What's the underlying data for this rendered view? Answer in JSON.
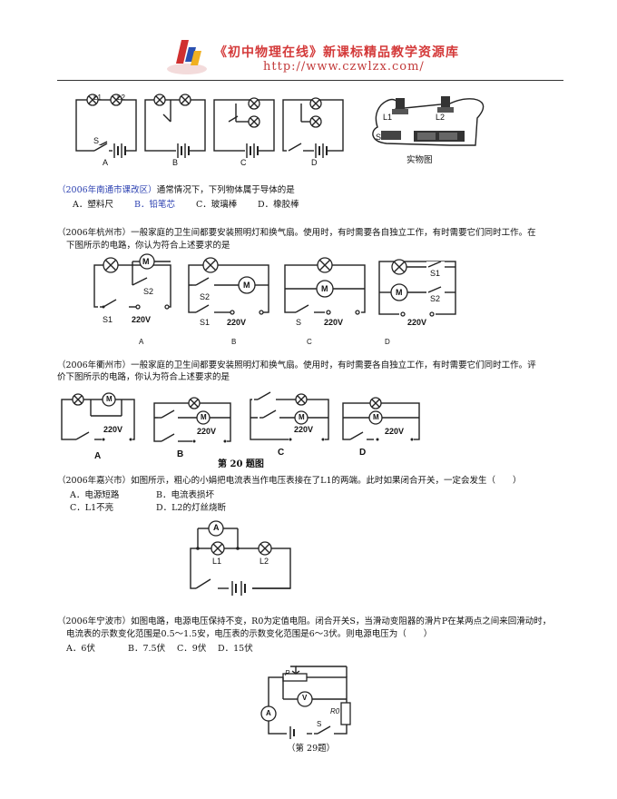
{
  "header": {
    "title": "《初中物理在线》新课标精品教学资源库",
    "url": "http://www.czwlzx.com/"
  },
  "fig_top": {
    "labels": [
      "A",
      "B",
      "C",
      "D"
    ],
    "caption": "实物图",
    "L1": "L1",
    "L2": "L2",
    "S": "S"
  },
  "q1": {
    "source": "（2006年南通市课改区）",
    "text": "通常情况下，下列物体属于导体的是",
    "options": [
      "A．塑料尺",
      "B．铅笔芯",
      "C．玻璃棒",
      "D．橡胶棒"
    ]
  },
  "q2": {
    "line1": "（2006年杭州市）一般家庭的卫生间都要安装照明灯和换气扇。使用时，有时需要各自独立工作，有时需要它们同时工作。在",
    "line2": "下图所示的电路，你认为符合上述要求的是",
    "labels": [
      "A",
      "B",
      "C",
      "D"
    ]
  },
  "q3": {
    "line1": "（2006年衢州市）一般家庭的卫生间都要安装照明灯和换气扇。使用时，有时需要各自独立工作，有时需要它们同时工作。评",
    "line2": "价下图所示的电路，你认为符合上述要求的是",
    "labels": [
      "A",
      "B",
      "C",
      "D"
    ],
    "caption": "第 20 题图"
  },
  "q4": {
    "line1": "（2006年嘉兴市）如图所示，粗心的小娟把电流表当作电压表接在了L1的两端。此时如果闭合开关，一定会发生（　　）",
    "options": [
      "A．电源短路",
      "B．电流表损坏",
      "C．L1不亮",
      "D．L2的灯丝烧断"
    ]
  },
  "q5": {
    "line1": "（2006年宁波市）如图电路，电源电压保持不变，R0为定值电阻。闭合开关S，当滑动变阻器的滑片P在某两点之间来回滑动时，",
    "line2": "电流表的示数变化范围是0.5～1.5安，电压表的示数变化范围是6～3伏。则电源电压为（　　）",
    "options": [
      "A．6伏",
      "B．7.5伏",
      "C．9伏",
      "D．15伏"
    ],
    "caption": "（第 29题）"
  },
  "symbols": {
    "v220": "220V",
    "S1": "S1",
    "S2": "S2",
    "S": "S",
    "M": "M",
    "A": "A",
    "V": "V",
    "P": "P",
    "R0": "R0",
    "L1": "L1",
    "L2": "L2"
  }
}
